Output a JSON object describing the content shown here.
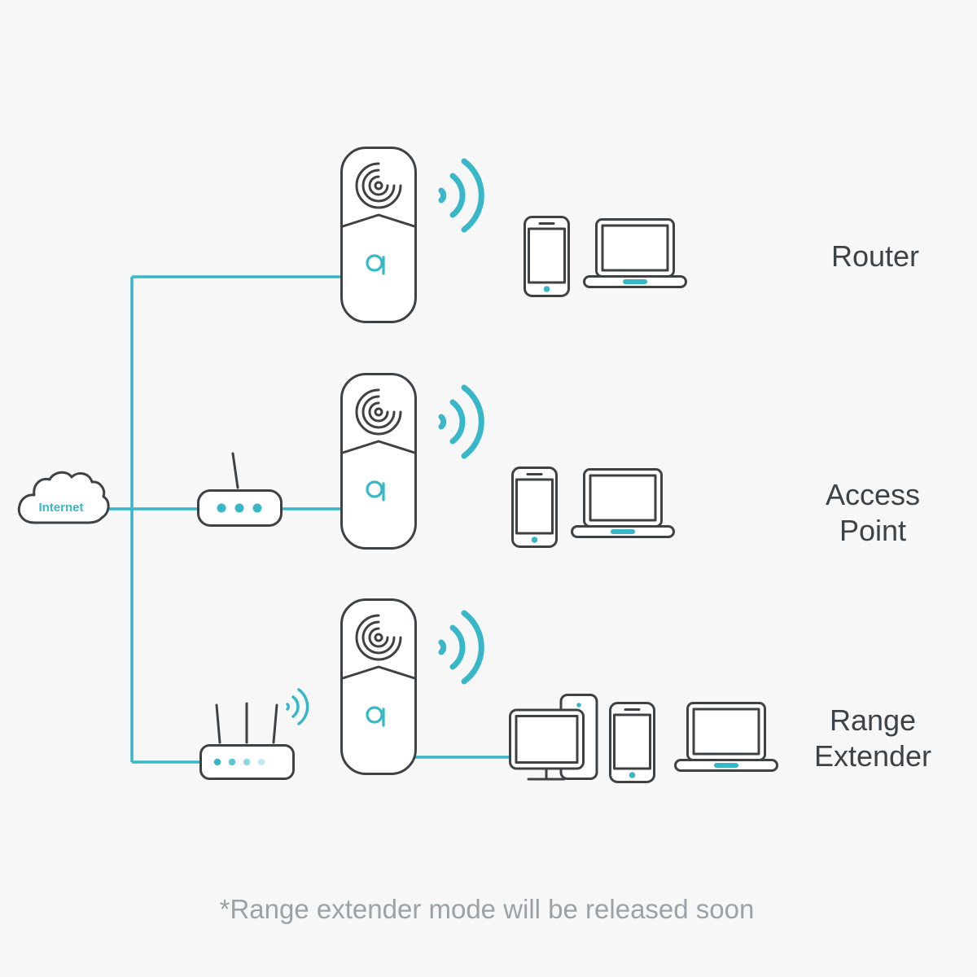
{
  "title": "Network operating modes diagram",
  "labels": {
    "internet": "Internet",
    "router": "Router",
    "access_point": [
      "Access",
      "Point"
    ],
    "range_extender": [
      "Range",
      "Extender"
    ]
  },
  "footnote": "*Range extender mode will be released soon",
  "icons": {
    "cloud": "internet-cloud-icon",
    "deco": "deco-device-icon",
    "wifi": "wifi-waves-icon",
    "phone": "smartphone-icon",
    "laptop": "laptop-icon",
    "modem": "modem-icon",
    "wireless_router": "wireless-router-icon",
    "desktop": "desktop-pc-icon"
  },
  "colors": {
    "accent": "#38b7c8",
    "outline": "#3f4245",
    "background": "#f7f7f8",
    "label_text": "#3c4246",
    "muted_text": "#9aa2a6"
  }
}
